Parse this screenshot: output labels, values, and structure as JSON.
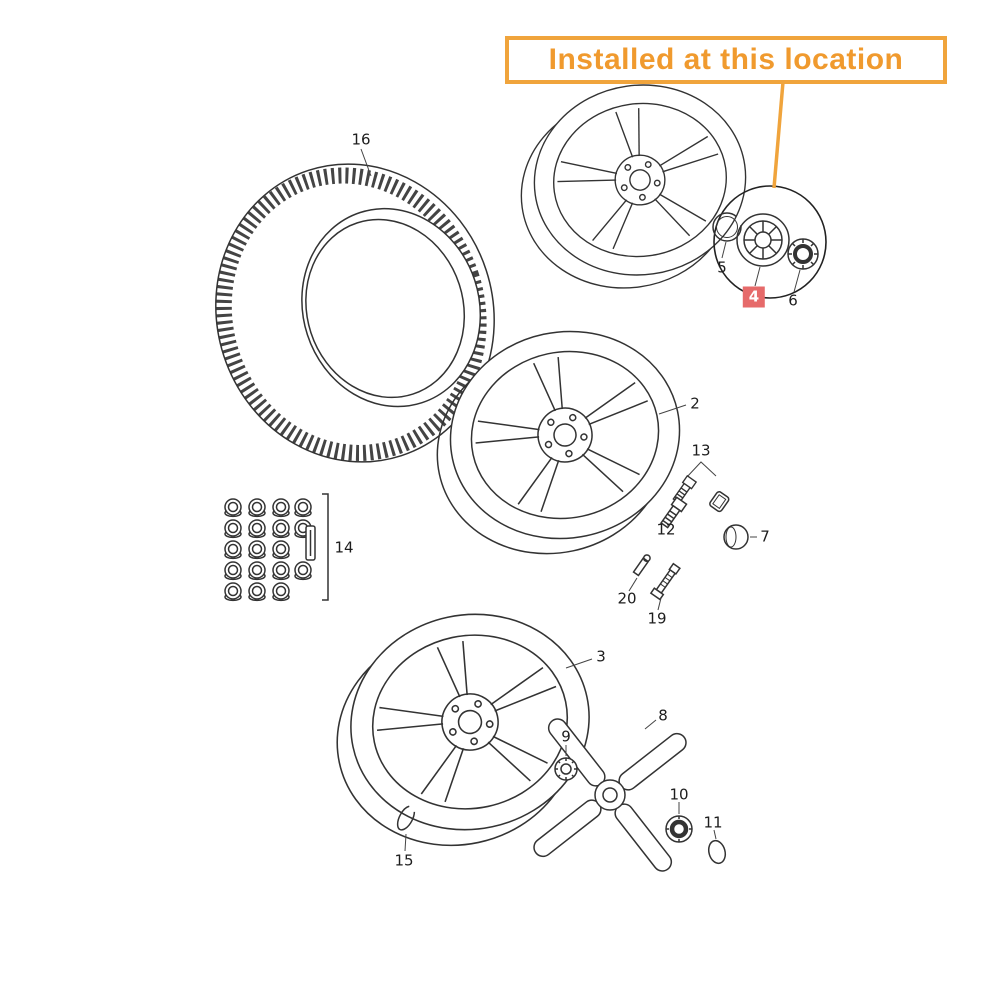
{
  "banner": {
    "text": "Installed at this location"
  },
  "colors": {
    "banner_orange": "#F09A2E",
    "banner_border": "#F0A43C",
    "highlight_red": "#E66A6A",
    "line_art": "#333333"
  },
  "highlighted_part": "4",
  "parts": {
    "2": "2",
    "3": "3",
    "4": "4",
    "5": "5",
    "6": "6",
    "7": "7",
    "8": "8",
    "9": "9",
    "10": "10",
    "11": "11",
    "12": "12",
    "13": "13",
    "14": "14",
    "15": "15",
    "16": "16",
    "19": "19",
    "20": "20"
  }
}
